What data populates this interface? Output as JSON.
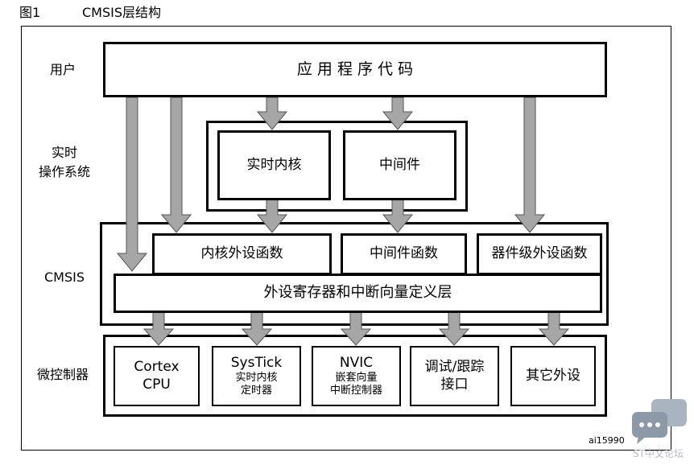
{
  "figure": {
    "number": "图1",
    "title": "CMSIS层结构",
    "ref": "ai15990"
  },
  "layers": {
    "user": "用户",
    "rtos": [
      "实时",
      "操作系统"
    ],
    "cmsis": "CMSIS",
    "mcu": "微控制器"
  },
  "boxes": {
    "app_code": "应 用 程 序 代 码",
    "rt_kernel": "实时内核",
    "middleware": "中间件",
    "core_periph_func": "内核外设函数",
    "middleware_func": "中间件函数",
    "device_periph_func": "器件级外设函数",
    "periph_reg_layer": "外设寄存器和中断向量定义层",
    "cortex": [
      "Cortex",
      "CPU"
    ],
    "systick": {
      "name": "SysTick",
      "desc": [
        "实时内核",
        "定时器"
      ]
    },
    "nvic": {
      "name": "NVIC",
      "desc": [
        "嵌套向量",
        "中断控制器"
      ]
    },
    "debug": [
      "调试/跟踪",
      "接口"
    ],
    "other": "其它外设"
  },
  "watermark": {
    "text": "ST中文论坛",
    "icon": "chat-bubble-icon"
  },
  "colors": {
    "arrow_fill": "#a6a6a6",
    "arrow_stroke": "#555555",
    "watermark": "#b5bcc7"
  }
}
